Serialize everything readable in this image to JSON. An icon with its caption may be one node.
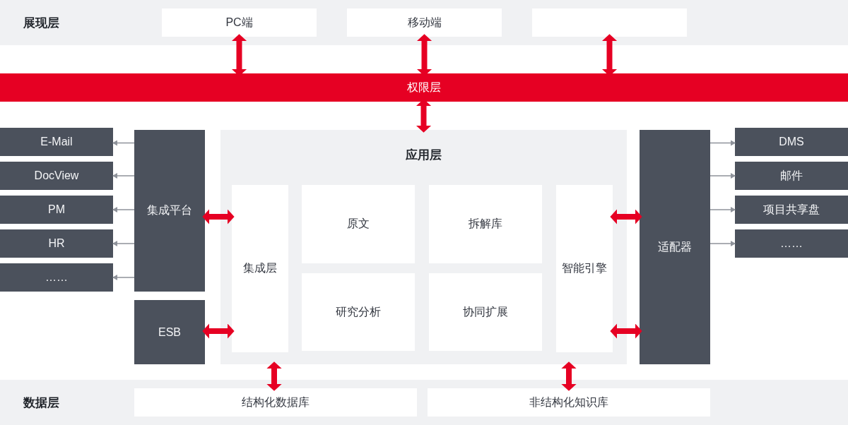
{
  "diagram": {
    "nodes": [
      {
        "text": [
          "展现层"
        ]
      },
      {
        "text": [
          "PC端"
        ],
        "in": 0
      },
      {
        "text": [
          "移动端"
        ],
        "in": 0
      },
      {
        "text": [],
        "shape": "box",
        "in": 0
      },
      {
        "text": [
          "权限层"
        ]
      },
      {
        "text": [
          "E-Mail"
        ]
      },
      {
        "text": [
          "DocView"
        ]
      },
      {
        "text": [
          "PM"
        ]
      },
      {
        "text": [
          "HR"
        ]
      },
      {
        "text": [
          "……"
        ]
      },
      {
        "text": [
          "集成平台"
        ]
      },
      {
        "text": [
          "ESB"
        ]
      },
      {
        "text": [
          "应用层"
        ]
      },
      {
        "text": [
          "集成层"
        ],
        "in": 12
      },
      {
        "text": [
          "原文"
        ],
        "in": 12
      },
      {
        "text": [
          "拆解库"
        ],
        "in": 12
      },
      {
        "text": [
          "研究分析"
        ],
        "in": 12
      },
      {
        "text": [
          "协同扩展"
        ],
        "in": 12
      },
      {
        "text": [
          "智能引擎"
        ],
        "in": 12
      },
      {
        "text": [
          "适配器"
        ]
      },
      {
        "text": [
          "DMS"
        ]
      },
      {
        "text": [
          "邮件"
        ]
      },
      {
        "text": [
          "项目共享盘"
        ]
      },
      {
        "text": [
          "……"
        ]
      },
      {
        "text": [
          "数据层"
        ]
      },
      {
        "text": [
          "结构化数据库"
        ],
        "in": 24
      },
      {
        "text": [
          "非结构化知识库"
        ],
        "in": 24
      }
    ],
    "edges": [
      {
        "from": 1,
        "to": 4,
        "arrow": "both"
      },
      {
        "from": 2,
        "to": 4,
        "arrow": "both"
      },
      {
        "from": 3,
        "to": 4,
        "arrow": "both"
      },
      {
        "from": 4,
        "to": 12,
        "arrow": "both"
      },
      {
        "from": 10,
        "to": 5,
        "arrow": "to",
        "color": "#8e929a"
      },
      {
        "from": 10,
        "to": 6,
        "arrow": "to",
        "color": "#8e929a"
      },
      {
        "from": 10,
        "to": 7,
        "arrow": "to",
        "color": "#8e929a"
      },
      {
        "from": 10,
        "to": 8,
        "arrow": "to",
        "color": "#8e929a"
      },
      {
        "from": 10,
        "to": 9,
        "arrow": "to",
        "color": "#8e929a"
      },
      {
        "from": 10,
        "to": 13,
        "arrow": "both"
      },
      {
        "from": 11,
        "to": 13,
        "arrow": "both"
      },
      {
        "from": 18,
        "to": 19,
        "arrow": "both"
      },
      {
        "from": 18,
        "to": 19,
        "arrow": "both"
      },
      {
        "from": 19,
        "to": 20,
        "arrow": "to",
        "color": "#8e929a"
      },
      {
        "from": 19,
        "to": 21,
        "arrow": "to",
        "color": "#8e929a"
      },
      {
        "from": 19,
        "to": 22,
        "arrow": "to",
        "color": "#8e929a"
      },
      {
        "from": 19,
        "to": 23,
        "arrow": "to",
        "color": "#8e929a"
      },
      {
        "from": 12,
        "to": 25,
        "arrow": "both"
      },
      {
        "from": 12,
        "to": 26,
        "arrow": "both"
      }
    ]
  }
}
